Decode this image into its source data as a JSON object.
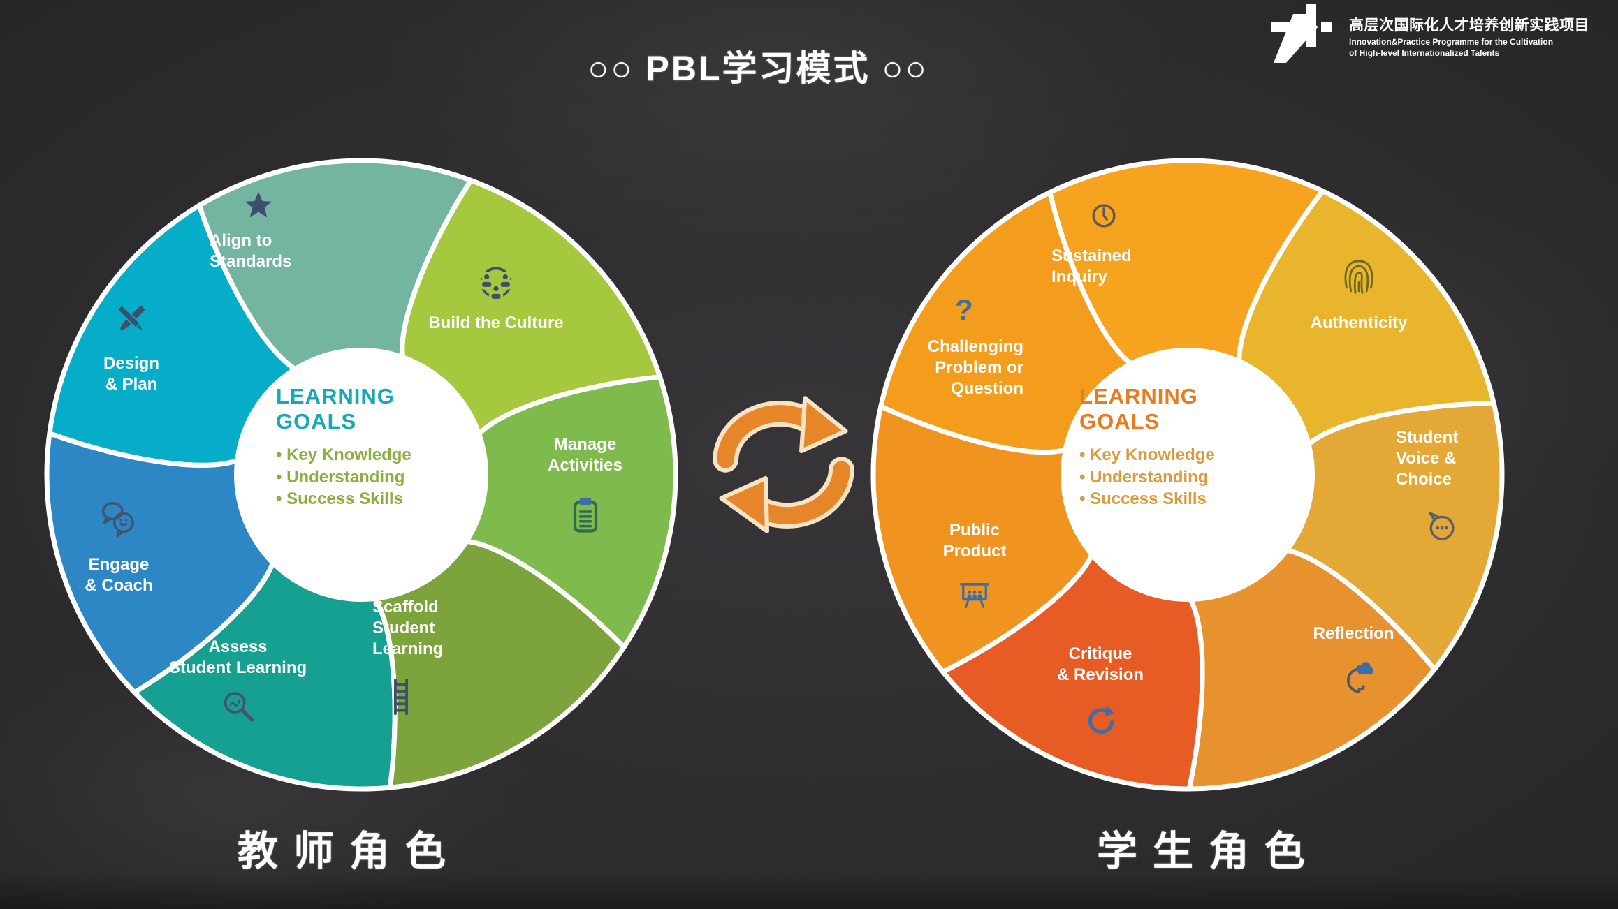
{
  "title": "○○ PBL学习模式 ○○",
  "logo": {
    "cn": "高层次国际化人才培养创新实践项目",
    "en_line1": "Innovation&Practice Programme for the Cultivation",
    "en_line2": "of High-level Internationalized Talents"
  },
  "goals": {
    "line1": "LEARNING",
    "line2": "GOALS",
    "bullets": [
      "• Key Knowledge",
      "• Understanding",
      "• Success Skills"
    ]
  },
  "teacher_wheel": {
    "caption": "教师角色",
    "goals_title_color": "#18a7b5",
    "goals_bullet_color": "#8bae3e",
    "segments": [
      {
        "label": "Align to\nStandards",
        "icon": "star-icon",
        "color": "#74b5a2"
      },
      {
        "label": "Build the Culture",
        "icon": "people-circle-icon",
        "color": "#a6c83f"
      },
      {
        "label": "Manage\nActivities",
        "icon": "clipboard-icon",
        "color": "#7fba4c"
      },
      {
        "label": "Scaffold\nStudent\nLearning",
        "icon": "ladder-icon",
        "color": "#7da33d"
      },
      {
        "label": "Assess\nStudent Learning",
        "icon": "magnifier-icon",
        "color": "#16a092"
      },
      {
        "label": "Engage\n& Coach",
        "icon": "chat-bubbles-icon",
        "color": "#2e87c5"
      },
      {
        "label": "Design\n& Plan",
        "icon": "pencil-cross-icon",
        "color": "#06adc9"
      }
    ]
  },
  "student_wheel": {
    "caption": "学生角色",
    "goals_title_color": "#e87b1e",
    "goals_bullet_color": "#db9b3c",
    "segments": [
      {
        "label": "Sustained\nInquiry",
        "icon": "clock-icon",
        "color": "#f6a41f"
      },
      {
        "label": "Authenticity",
        "icon": "fingerprint-icon",
        "color": "#e9b52c"
      },
      {
        "label": "Student\nVoice &\nChoice",
        "icon": "speech-dots-icon",
        "color": "#e4a837"
      },
      {
        "label": "Reflection",
        "icon": "head-cloud-icon",
        "color": "#e8922f"
      },
      {
        "label": "Critique\n& Revision",
        "icon": "refresh-icon",
        "color": "#e75b24"
      },
      {
        "label": "Public\nProduct",
        "icon": "presentation-icon",
        "color": "#f0941f"
      },
      {
        "label": "Challenging\nProblem or\nQuestion",
        "icon": "question-icon",
        "color": "#f49d1d",
        "glyph": "?"
      }
    ]
  }
}
